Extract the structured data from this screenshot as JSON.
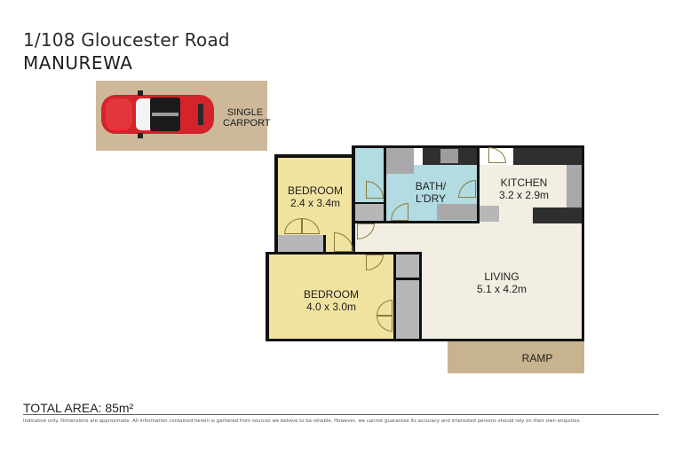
{
  "header": {
    "address": "1/108 Gloucester Road",
    "suburb": "MANUREWA"
  },
  "carport": {
    "label_line1": "SINGLE",
    "label_line2": "CARPORT",
    "icon": "car-icon"
  },
  "rooms": [
    {
      "name": "BEDROOM",
      "dims": "2.4 x 3.4m"
    },
    {
      "name": "BEDROOM",
      "dims": "4.0 x 3.0m"
    },
    {
      "name": "BATH/",
      "name2": "L'DRY"
    },
    {
      "name": "KITCHEN",
      "dims": "3.2 x 2.9m"
    },
    {
      "name": "LIVING",
      "dims": "5.1 x 4.2m"
    },
    {
      "name": "RAMP"
    }
  ],
  "footer": {
    "total_area": "TOTAL AREA: 85m²",
    "disclaimer": "Indicative only. Dimensions are approximate. All information contained herein is gathered from sources we believe to be reliable. However, we cannot guarantee its accuracy and interested persons should rely on their own enquiries."
  },
  "colors": {
    "bedroom": "#f0e3a0",
    "bath": "#b2dbe2",
    "living": "#f3eee2",
    "ramp": "#c8b38f",
    "carport": "#cdb99a",
    "cabinet": "#b7b7b9",
    "dark_bench": "#2f2f2f",
    "wall": "#111111"
  }
}
